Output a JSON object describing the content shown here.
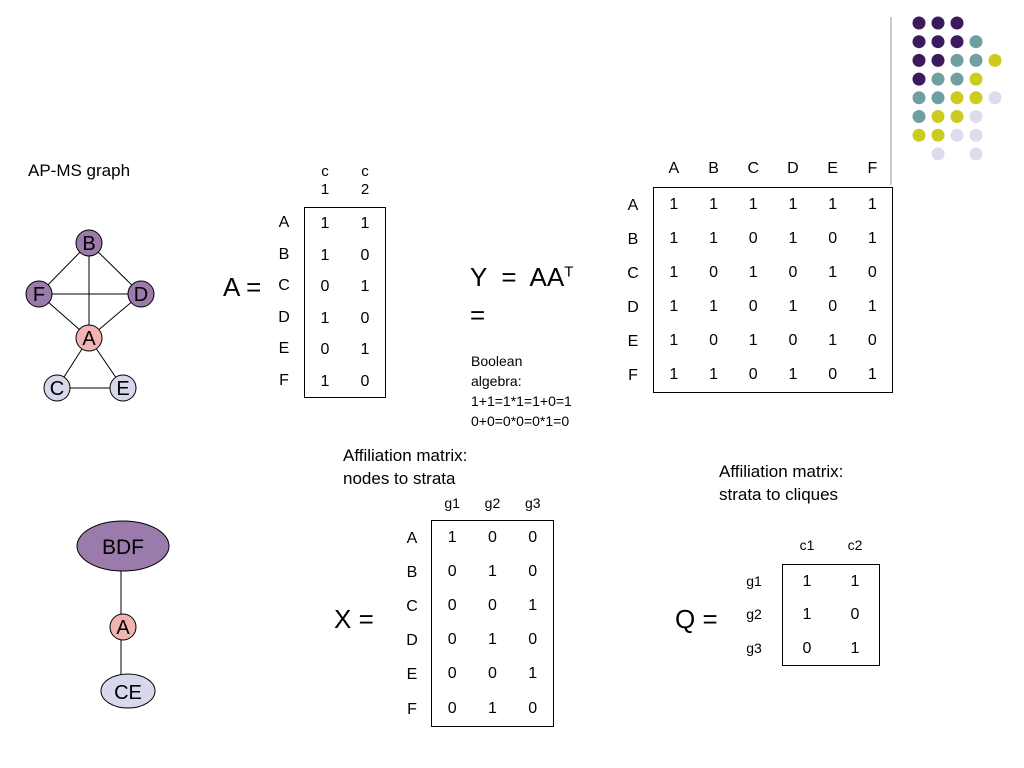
{
  "colors": {
    "purple_dark": "#3c1a5e",
    "teal": "#6f9fa1",
    "yellow": "#cccc1e",
    "lavender": "#dcdcec",
    "node_purple": "#9b7aac",
    "node_pink": "#f2b3b3",
    "node_lavender": "#d8d8ec"
  },
  "graph": {
    "title": "AP-MS graph",
    "nodes": [
      "B",
      "F",
      "D",
      "A",
      "C",
      "E"
    ]
  },
  "tree": {
    "nodes": [
      "BDF",
      "A",
      "CE"
    ]
  },
  "matrixA": {
    "label": "A =",
    "cols": [
      "c\n1",
      "c\n2"
    ],
    "rows": [
      "A",
      "B",
      "C",
      "D",
      "E",
      "F"
    ],
    "values": [
      [
        "1",
        "1"
      ],
      [
        "1",
        "0"
      ],
      [
        "0",
        "1"
      ],
      [
        "1",
        "0"
      ],
      [
        "0",
        "1"
      ],
      [
        "1",
        "0"
      ]
    ]
  },
  "equationY": {
    "lhs": "Y  =  AA",
    "sup": "T",
    "eq2": "=",
    "note_lines": [
      "Boolean",
      "algebra:",
      "1+1=1*1=1+0=1",
      "0+0=0*0=0*1=0"
    ]
  },
  "matrixY": {
    "cols": [
      "A",
      "B",
      "C",
      "D",
      "E",
      "F"
    ],
    "rows": [
      "A",
      "B",
      "C",
      "D",
      "E",
      "F"
    ],
    "values": [
      [
        "1",
        "1",
        "1",
        "1",
        "1",
        "1"
      ],
      [
        "1",
        "1",
        "0",
        "1",
        "0",
        "1"
      ],
      [
        "1",
        "0",
        "1",
        "0",
        "1",
        "0"
      ],
      [
        "1",
        "1",
        "0",
        "1",
        "0",
        "1"
      ],
      [
        "1",
        "0",
        "1",
        "0",
        "1",
        "0"
      ],
      [
        "1",
        "1",
        "0",
        "1",
        "0",
        "1"
      ]
    ]
  },
  "matrixX": {
    "caption_lines": [
      "Affiliation matrix:",
      "nodes to strata"
    ],
    "label": "X =",
    "cols": [
      "g1",
      "g2",
      "g3"
    ],
    "rows": [
      "A",
      "B",
      "C",
      "D",
      "E",
      "F"
    ],
    "values": [
      [
        "1",
        "0",
        "0"
      ],
      [
        "0",
        "1",
        "0"
      ],
      [
        "0",
        "0",
        "1"
      ],
      [
        "0",
        "1",
        "0"
      ],
      [
        "0",
        "0",
        "1"
      ],
      [
        "0",
        "1",
        "0"
      ]
    ]
  },
  "matrixQ": {
    "caption_lines": [
      "Affiliation matrix:",
      "strata to cliques"
    ],
    "label": "Q =",
    "cols": [
      "c1",
      "c2"
    ],
    "rows": [
      "g1",
      "g2",
      "g3"
    ],
    "values": [
      [
        "1",
        "1"
      ],
      [
        "1",
        "0"
      ],
      [
        "0",
        "1"
      ]
    ]
  }
}
